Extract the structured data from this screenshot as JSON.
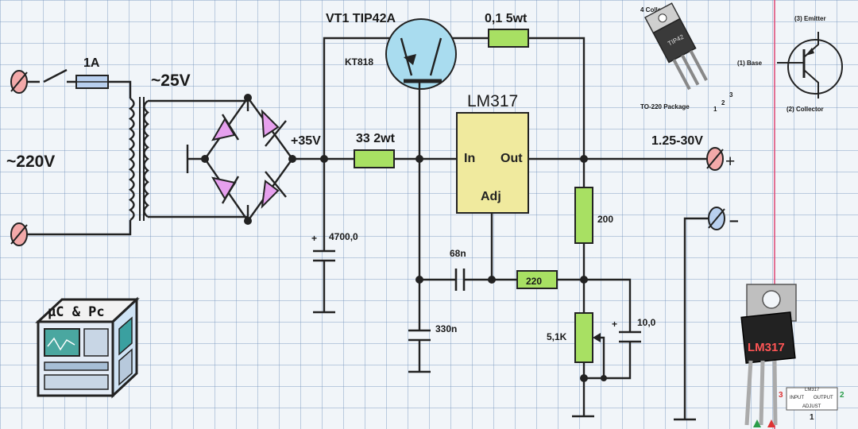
{
  "labels": {
    "ac_input": "~220V",
    "fuse": "1A",
    "secondary": "~25V",
    "rail": "+35V",
    "transistor_name": "VT1  TIP42A",
    "transistor_alt": "KT818",
    "sense_resistor": "0,1   5wt",
    "base_resistor": "33   2wt",
    "regulator": "LM317",
    "pin_in": "In",
    "pin_out": "Out",
    "pin_adj": "Adj",
    "output_range": "1.25-30V",
    "plus": "+",
    "minus": "–",
    "filter_cap": "4700,0",
    "cap_68n": "68n",
    "cap_330n": "330n",
    "res_220": "220",
    "res_200": "200",
    "pot": "5,1K",
    "cap_10": "10,0"
  },
  "pinout": {
    "to220_collector": "4 Collector",
    "to220_part": "TIP42",
    "to220_package": "TO-220 Package",
    "pins": [
      "1",
      "2",
      "3"
    ],
    "emitter": "(3) Emitter",
    "base": "(1) Base",
    "collector": "(2) Collector"
  },
  "lm317_pinout": {
    "marking": "LM317",
    "box_title": "LM317",
    "input": "INPUT",
    "output": "OUTPUT",
    "adjust": "ADJUST",
    "num_input": "3",
    "num_output": "2",
    "num_adjust": "1"
  },
  "logo": {
    "text": "µC & Pc"
  },
  "colors": {
    "wire": "#222222",
    "resistor": "#a8e063",
    "lm317_body": "#f0ea9e",
    "diode": "#e6a0ee",
    "transistor_circle": "#a9dcef",
    "terminal": "#f3a9a9",
    "margin_line": "#e0507a"
  }
}
